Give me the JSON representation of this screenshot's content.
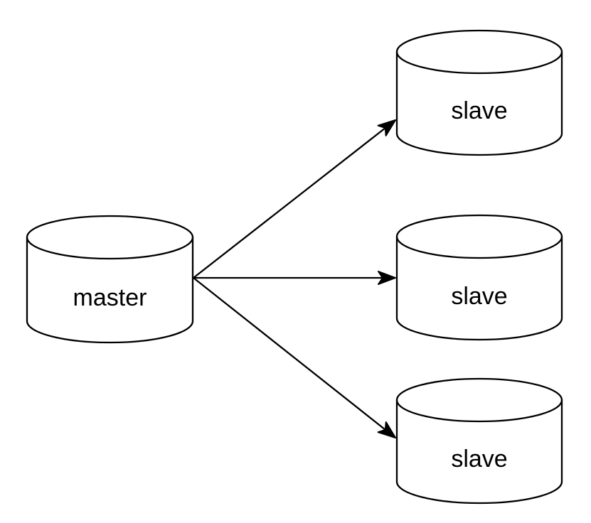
{
  "diagram": {
    "background_color": "#ffffff",
    "node_fill_color": "#ffffff",
    "node_stroke_color": "#000000",
    "edge_color": "#000000",
    "nodes": {
      "master": {
        "label": "master",
        "shape": "database-cylinder"
      },
      "slaves": [
        {
          "label": "slave",
          "shape": "database-cylinder"
        },
        {
          "label": "slave",
          "shape": "database-cylinder"
        },
        {
          "label": "slave",
          "shape": "database-cylinder"
        }
      ]
    },
    "edges": [
      {
        "from": "master",
        "to": "slave-top",
        "style": "solid-arrow"
      },
      {
        "from": "master",
        "to": "slave-middle",
        "style": "solid-arrow"
      },
      {
        "from": "master",
        "to": "slave-bottom",
        "style": "solid-arrow"
      }
    ]
  }
}
